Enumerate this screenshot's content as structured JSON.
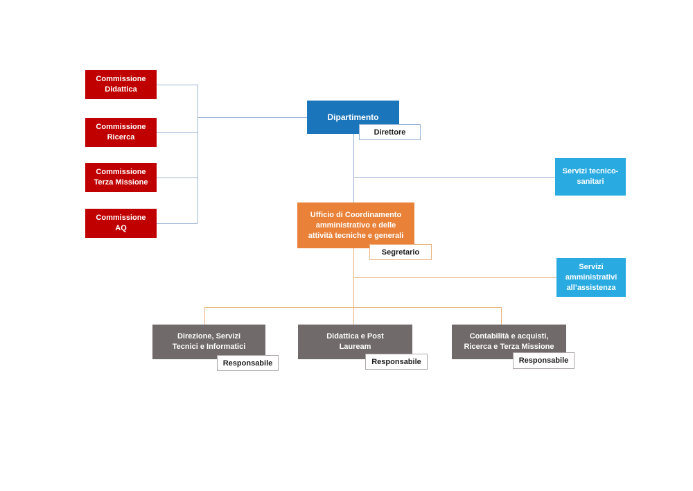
{
  "colors": {
    "commission_red": "#C00000",
    "department_blue": "#1B75BB",
    "service_cyan": "#29ABE2",
    "coordination_orange": "#E98139",
    "unit_gray": "#716A6A",
    "connector_blue": "#9AB3D5",
    "connector_orange": "#E9B27C",
    "label_border_gray": "#ABA5A5"
  },
  "commissions": [
    {
      "lines": [
        "Commissione",
        "Didattica"
      ]
    },
    {
      "lines": [
        "Commissione",
        "Ricerca"
      ]
    },
    {
      "lines": [
        "Commissione",
        "Terza Missione"
      ]
    },
    {
      "lines": [
        "Commissione",
        "AQ"
      ]
    }
  ],
  "department": {
    "label": "Dipartimento",
    "role_label": "Direttore"
  },
  "coordination": {
    "lines": [
      "Ufficio di Coordinamento",
      "amministrativo e delle",
      "attività tecniche e generali"
    ],
    "role_label": "Segretario"
  },
  "services": [
    {
      "lines": [
        "Servizi tecnico-",
        "sanitari"
      ]
    },
    {
      "lines": [
        "Servizi",
        "amministrativi",
        "all’assistenza"
      ]
    }
  ],
  "units": [
    {
      "lines": [
        "Direzione, Servizi",
        "Tecnici e Informatici"
      ],
      "role_label": "Responsabile"
    },
    {
      "lines": [
        "Didattica e Post",
        "Lauream"
      ],
      "role_label": "Responsabile"
    },
    {
      "lines": [
        "Contabilità e acquisti,",
        "Ricerca e Terza Missione"
      ],
      "role_label": "Responsabile"
    }
  ]
}
